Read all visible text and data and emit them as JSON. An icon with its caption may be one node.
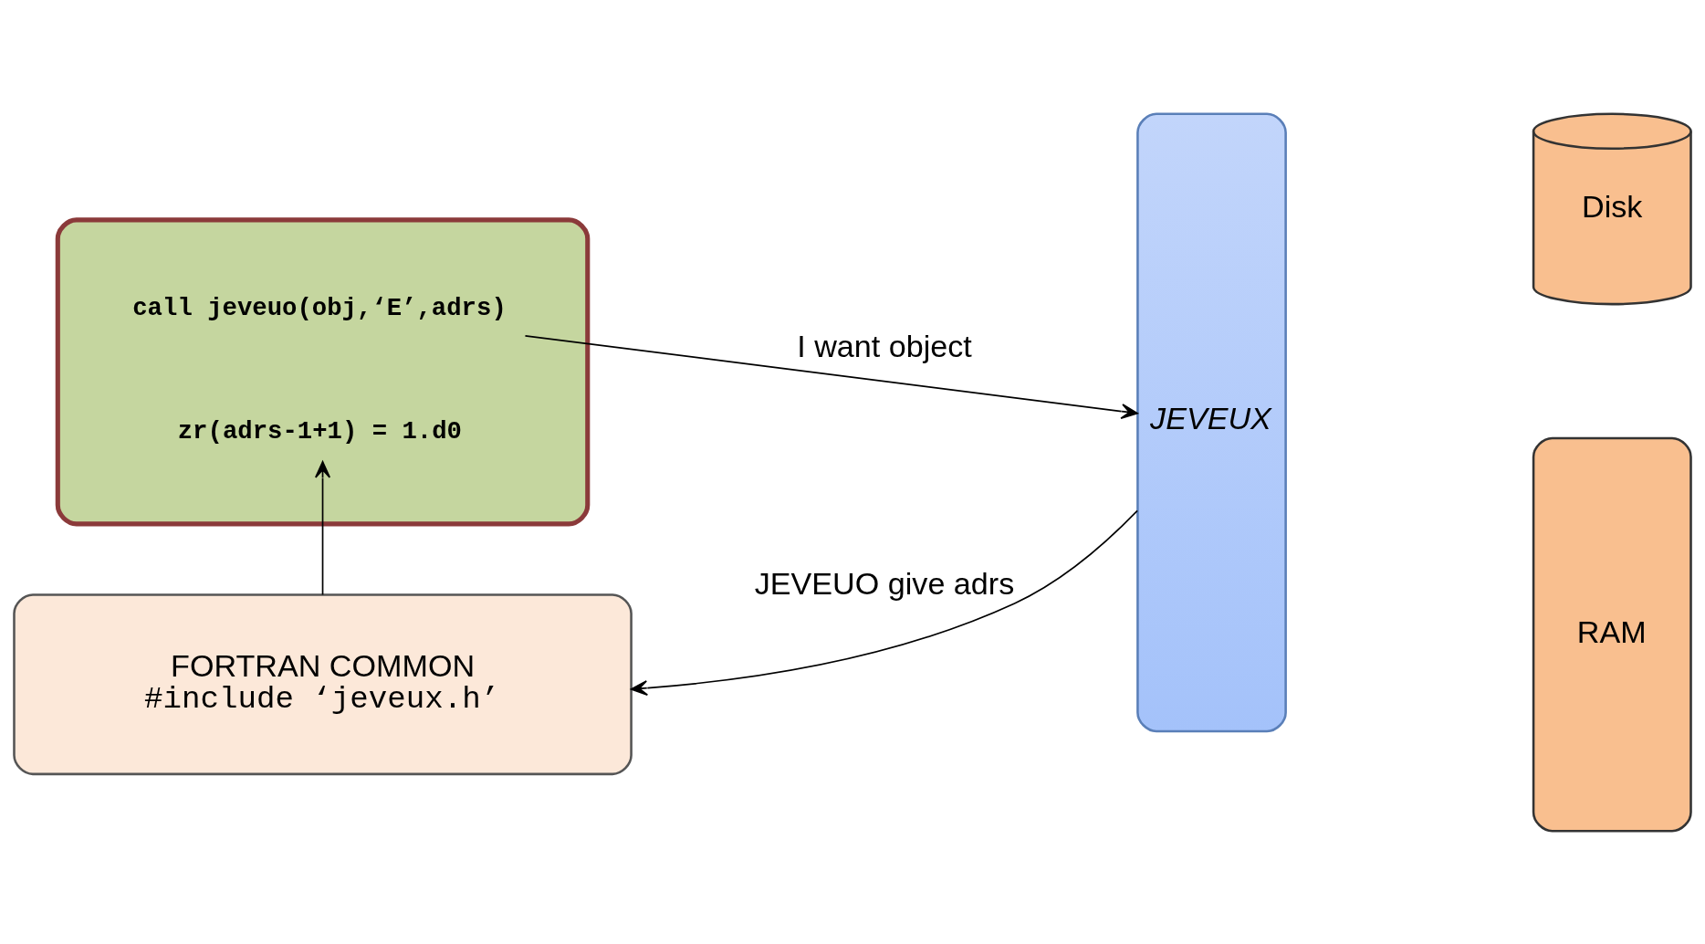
{
  "diagram": {
    "nodes": [
      {
        "text": [],
        "shape": "box"
      },
      {
        "text": [
          "call jeveuo(obj,‘E’,adrs)"
        ],
        "in": 0
      },
      {
        "text": [
          "zr(adrs-1+1) = 1.d0"
        ],
        "in": 0
      },
      {
        "text": [
          "FORTRAN COMMON",
          "#include ‘jeveux.h’"
        ]
      },
      {
        "text": [
          "JEVEUX"
        ]
      },
      {
        "text": [
          "Disk"
        ]
      },
      {
        "text": [
          "RAM"
        ]
      }
    ],
    "edges": [
      {
        "from": 1,
        "to": 4,
        "arrow": "to",
        "label": "I want object"
      },
      {
        "from": 3,
        "to": 2,
        "arrow": "to"
      },
      {
        "from": 4,
        "to": 3,
        "arrow": "to",
        "label": "JEVEUO give adrs"
      }
    ]
  }
}
